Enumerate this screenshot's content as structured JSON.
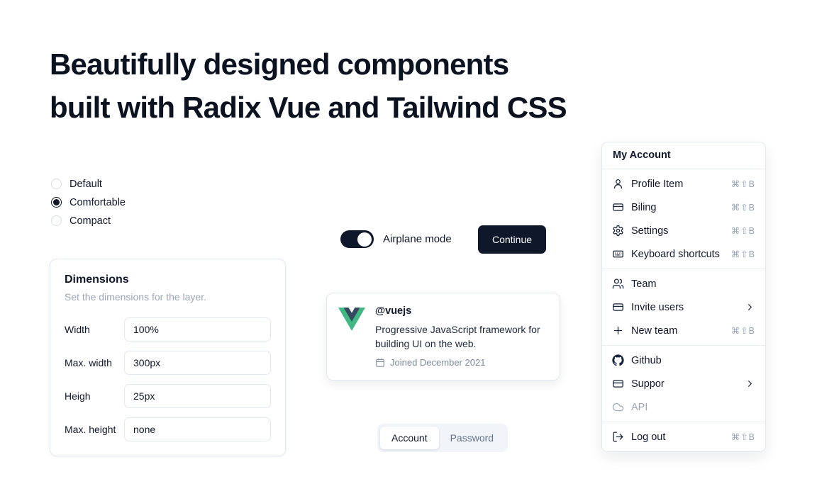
{
  "colors": {
    "foreground": "#0f172a",
    "primary": "#0f172a",
    "muted": "#64748b",
    "muted_light": "#94a3b8",
    "border": "#e2e8f0",
    "tab_background": "#f1f5f9",
    "vue_green": "#41b883",
    "vue_navy": "#35495e"
  },
  "heading": {
    "line1": "Beautifully designed components",
    "line2": "built with Radix Vue and Tailwind CSS"
  },
  "radio_group": {
    "options": [
      {
        "label": "Default",
        "selected": false
      },
      {
        "label": "Comfortable",
        "selected": true
      },
      {
        "label": "Compact",
        "selected": false
      }
    ]
  },
  "dimensions": {
    "title": "Dimensions",
    "subtitle": "Set the dimensions for the layer.",
    "fields": [
      {
        "label": "Width",
        "value": "100%"
      },
      {
        "label": "Max. width",
        "value": "300px"
      },
      {
        "label": "Heigh",
        "value": "25px"
      },
      {
        "label": "Max. height",
        "value": "none"
      }
    ]
  },
  "airplane_mode": {
    "label": "Airplane mode",
    "state": "on"
  },
  "continue_button": {
    "label": "Continue"
  },
  "hover_card": {
    "handle": "@vuejs",
    "description": "Progressive JavaScript framework for building UI on the web.",
    "joined": "Joined December 2021"
  },
  "tabs": {
    "items": [
      {
        "label": "Account",
        "active": true
      },
      {
        "label": "Password",
        "active": false
      }
    ]
  },
  "account_menu": {
    "title": "My Account",
    "groups": [
      {
        "items": [
          {
            "label": "Profile Item",
            "icon": "user-icon",
            "shortcut": "⌘⇧B"
          },
          {
            "label": "Biling",
            "icon": "credit-card-icon",
            "shortcut": "⌘⇧B"
          },
          {
            "label": "Settings",
            "icon": "gear-icon",
            "shortcut": "⌘⇧B"
          },
          {
            "label": "Keyboard shortcuts",
            "icon": "keyboard-icon",
            "shortcut": "⌘⇧B"
          }
        ]
      },
      {
        "items": [
          {
            "label": "Team",
            "icon": "users-icon"
          },
          {
            "label": "Invite users",
            "icon": "invite-users-icon",
            "submenu": true
          },
          {
            "label": "New team",
            "icon": "plus-icon",
            "shortcut": "⌘⇧B"
          }
        ]
      },
      {
        "items": [
          {
            "label": "Github",
            "icon": "github-icon"
          },
          {
            "label": "Suppor",
            "icon": "support-icon",
            "submenu": true
          },
          {
            "label": "API",
            "icon": "cloud-icon",
            "disabled": true
          }
        ]
      },
      {
        "items": [
          {
            "label": "Log out",
            "icon": "log-out-icon",
            "shortcut": "⌘⇧B"
          }
        ]
      }
    ]
  }
}
